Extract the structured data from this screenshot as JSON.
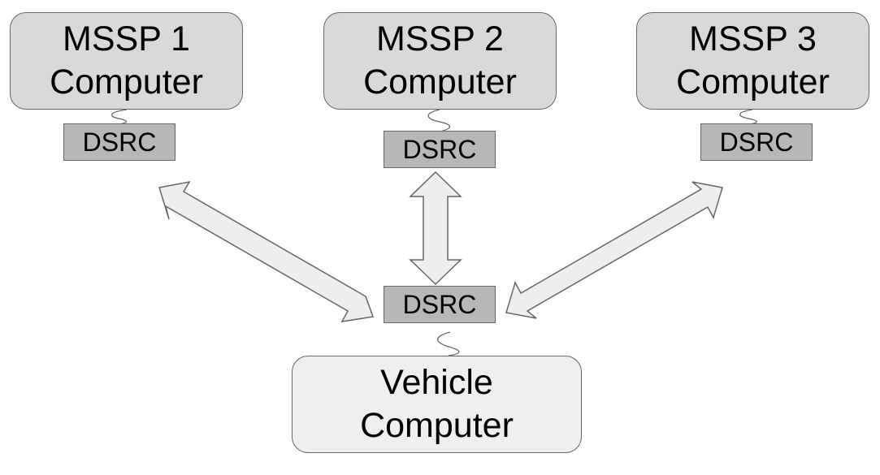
{
  "colors": {
    "mssp_fill": "#d9d9d9",
    "vehicle_fill": "#efefef",
    "dsrc_fill": "#b7b7b7",
    "arrow_fill": "#eeeeee",
    "stroke": "#666666"
  },
  "mssp_nodes": [
    {
      "line1": "MSSP 1",
      "line2": "Computer",
      "radio_label": "DSRC"
    },
    {
      "line1": "MSSP 2",
      "line2": "Computer",
      "radio_label": "DSRC"
    },
    {
      "line1": "MSSP 3",
      "line2": "Computer",
      "radio_label": "DSRC"
    }
  ],
  "vehicle": {
    "line1": "Vehicle",
    "line2": "Computer",
    "radio_label": "DSRC"
  },
  "links": [
    {
      "from": "vehicle",
      "to": "mssp-1",
      "direction": "bidirectional"
    },
    {
      "from": "vehicle",
      "to": "mssp-2",
      "direction": "bidirectional"
    },
    {
      "from": "vehicle",
      "to": "mssp-3",
      "direction": "bidirectional"
    }
  ]
}
